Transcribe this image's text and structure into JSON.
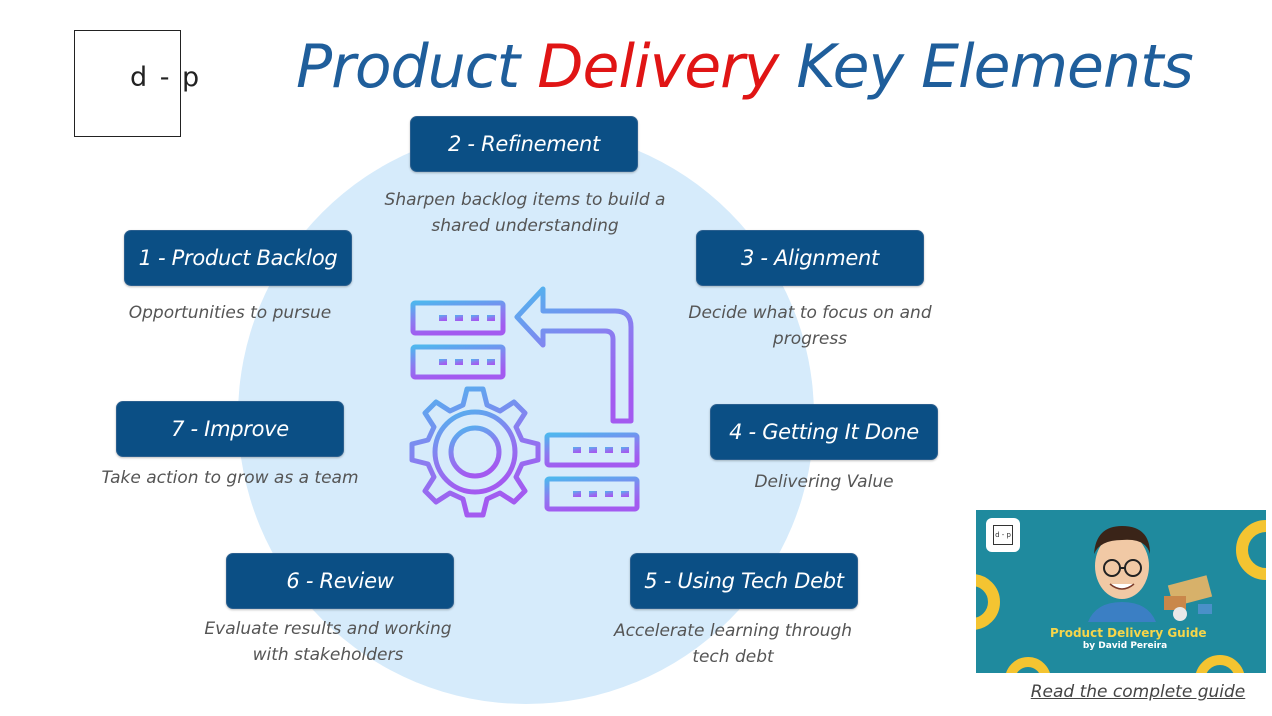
{
  "logo": {
    "text": "d - p"
  },
  "title": {
    "part1": "Product ",
    "highlight": "Delivery",
    "part2": " Key Elements"
  },
  "steps": [
    {
      "label": "1 - Product Backlog",
      "description": "Opportunities to pursue"
    },
    {
      "label": "2 - Refinement",
      "description": "Sharpen backlog items to build a shared understanding"
    },
    {
      "label": "3 - Alignment",
      "description": "Decide what to focus on and progress"
    },
    {
      "label": "4 - Getting It Done",
      "description": "Delivering Value"
    },
    {
      "label": "5 - Using Tech Debt",
      "description": "Accelerate learning through tech debt"
    },
    {
      "label": "6 - Review",
      "description": "Evaluate results and working with stakeholders"
    },
    {
      "label": "7 - Improve",
      "description": "Take action to grow as a team"
    }
  ],
  "center_icon": "backlog-gear-cycle-icon",
  "guide": {
    "thumbnail_logo": "d - p",
    "thumbnail_title": "Product Delivery Guide",
    "thumbnail_subtitle": "by David Pereira",
    "link_text": "Read the complete guide"
  },
  "colors": {
    "title_blue": "#1f5e9b",
    "title_red": "#e01515",
    "step_box": "#0b4f85",
    "circle_bg": "#d6ebfb",
    "thumbnail_bg": "#1f8a9e",
    "thumbnail_accent": "#f6d54a"
  }
}
